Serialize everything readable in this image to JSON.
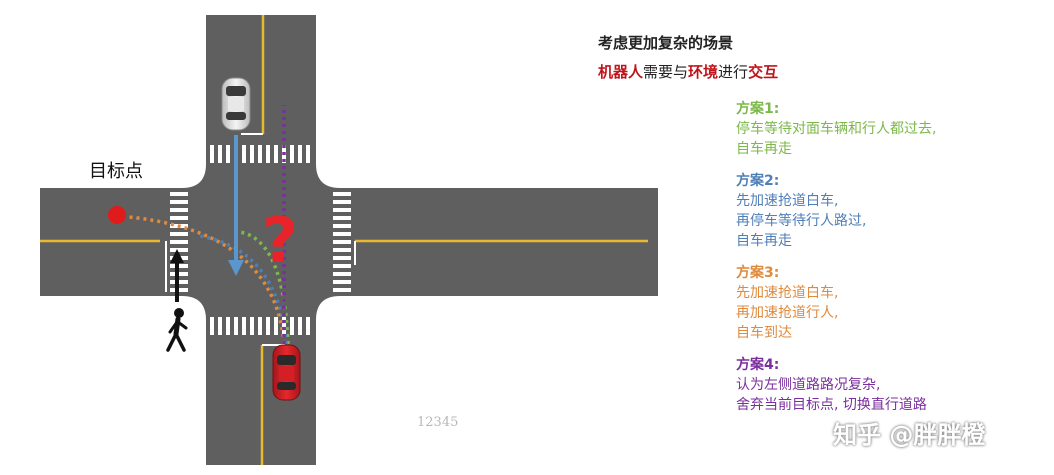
{
  "title": "考虑更加复杂的场景",
  "subtitle": {
    "part1": "机器人",
    "part2": "需要与",
    "part3": "环境",
    "part4": "进行",
    "part5": "交互"
  },
  "plans": [
    {
      "heading": "方案1:",
      "lines": [
        "停车等待对面车辆和行人都过去,",
        "自车再走"
      ],
      "color": "#7cb84a"
    },
    {
      "heading": "方案2:",
      "lines": [
        "先加速抢道白车,",
        "再停车等待行人路过,",
        "自车再走"
      ],
      "color": "#4f7fb8"
    },
    {
      "heading": "方案3:",
      "lines": [
        "先加速抢道白车,",
        "再加速抢道行人,",
        "自车到达"
      ],
      "color": "#e08a3c"
    },
    {
      "heading": "方案4:",
      "lines": [
        "认为左侧道路路况复杂,",
        "舍弃当前目标点, 切换直行道路"
      ],
      "color": "#7b2e9e"
    }
  ],
  "scene": {
    "target_label": "目标点",
    "question_mark": "?",
    "stamp": "12345",
    "colors": {
      "road": "#5f5f5f",
      "lane_yellow": "#e8b830",
      "ego_car": "#d9262a",
      "target_dot": "#e01b1b",
      "question": "#e8242a"
    }
  },
  "watermark": "知乎 @胖胖橙"
}
